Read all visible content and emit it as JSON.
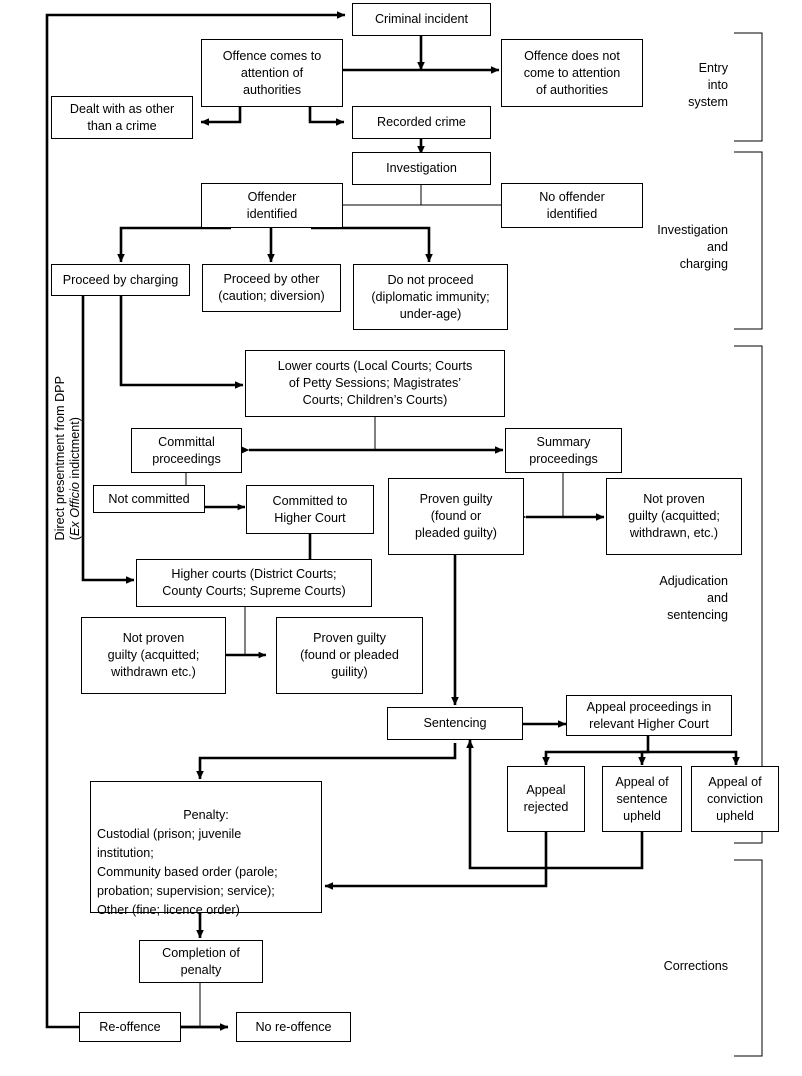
{
  "diagram": {
    "title": "Criminal justice system flowchart",
    "stroke_color": "#000000",
    "background": "#ffffff"
  },
  "nodes": {
    "criminal_incident": "Criminal incident",
    "offence_comes_to_attention": "Offence comes to\nattention of\nauthorities",
    "offence_does_not_come": "Offence does not\ncome to attention\nof authorities",
    "dealt_with_other": "Dealt with as other\nthan a crime",
    "recorded_crime": "Recorded crime",
    "investigation": "Investigation",
    "offender_identified": "Offender\nidentified",
    "no_offender_identified": "No offender\nidentified",
    "proceed_by_charging": "Proceed by charging",
    "proceed_by_other": "Proceed by other\n(caution; diversion)",
    "do_not_proceed": "Do not proceed\n(diplomatic immunity;\nunder-age)",
    "lower_courts": "Lower courts (Local Courts; Courts\nof Petty Sessions; Magistrates’\nCourts; Children’s Courts)",
    "committal_proceedings": "Committal\nproceedings",
    "summary_proceedings": "Summary\nproceedings",
    "not_committed": "Not committed",
    "committed_to_higher_court": "Committed to\nHigher Court",
    "proven_guilty_summary": "Proven guilty\n(found or\npleaded guilty)",
    "not_proven_guilty_summary": "Not proven\nguilty (acquitted;\nwithdrawn, etc.)",
    "higher_courts": "Higher courts (District Courts;\nCounty Courts; Supreme Courts)",
    "not_proven_guilty_higher": "Not proven\nguilty (acquitted;\nwithdrawn etc.)",
    "proven_guilty_higher": "Proven guilty\n(found or pleaded\nguility)",
    "sentencing": "Sentencing",
    "appeal_proceedings": "Appeal proceedings in\nrelevant Higher Court",
    "appeal_rejected": "Appeal\nrejected",
    "appeal_of_sentence_upheld": "Appeal of\nsentence\nupheld",
    "appeal_of_conviction_upheld": "Appeal of\nconviction\nupheld",
    "penalty_title": "Penalty:",
    "penalty_body": "Custodial (prison; juvenile\ninstitution;\nCommunity based order (parole;\nprobation; supervision; service);\nOther (fine; licence order)",
    "completion_of_penalty": "Completion of\npenalty",
    "re_offence": "Re-offence",
    "no_re_offence": "No re-offence"
  },
  "side_label": {
    "line1": "Direct presentment from DPP",
    "line2_prefix": "(",
    "line2_italic": "Ex Officio",
    "line2_suffix": " indictment)"
  },
  "sections": [
    {
      "id": "entry",
      "label": "Entry\ninto\nsystem"
    },
    {
      "id": "investigation",
      "label": "Investigation\nand\ncharging"
    },
    {
      "id": "adjudication",
      "label": "Adjudication\nand\nsentencing"
    },
    {
      "id": "corrections",
      "label": "Corrections"
    }
  ]
}
